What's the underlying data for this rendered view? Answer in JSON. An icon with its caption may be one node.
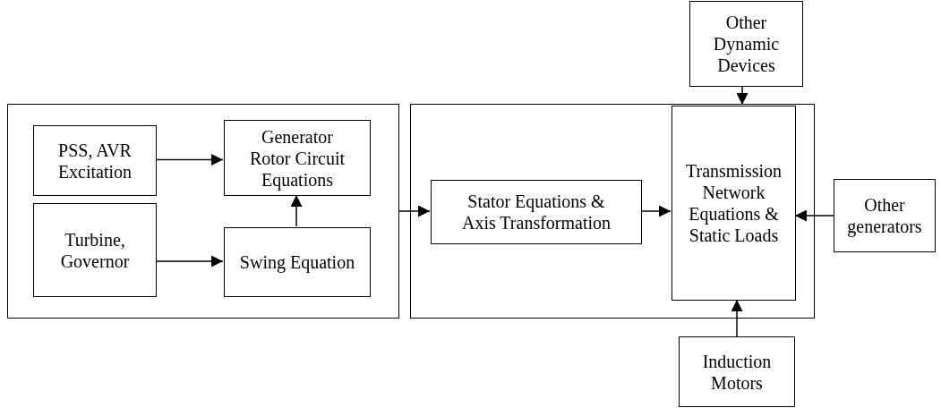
{
  "diagram": {
    "nodes": [
      {
        "text": [],
        "shape": "box"
      },
      {
        "text": [
          "PSS, AVR Excitation"
        ],
        "in": 0
      },
      {
        "text": [
          "Generator Rotor Circuit Equations"
        ],
        "in": 0
      },
      {
        "text": [
          "Turbine, Governor"
        ],
        "in": 0
      },
      {
        "text": [
          "Swing Equation"
        ],
        "in": 0
      },
      {
        "text": [
          "Other Dynamic Devices"
        ]
      },
      {
        "text": [],
        "shape": "box"
      },
      {
        "text": [
          "Stator Equations & Axis Transformation"
        ],
        "in": 6
      },
      {
        "text": [
          "Transmission Network Equations & Static Loads"
        ],
        "in": 6
      },
      {
        "text": [
          "Other generators"
        ]
      },
      {
        "text": [
          "Induction Motors"
        ]
      }
    ],
    "edges": [
      {
        "from": 1,
        "to": 2,
        "arrow": "to"
      },
      {
        "from": 3,
        "to": 4,
        "arrow": "to"
      },
      {
        "from": 4,
        "to": 2,
        "arrow": "to"
      },
      {
        "from": 0,
        "to": 7,
        "arrow": "to"
      },
      {
        "from": 7,
        "to": 8,
        "arrow": "to"
      },
      {
        "from": 5,
        "to": 8,
        "arrow": "to"
      },
      {
        "from": 9,
        "to": 8,
        "arrow": "to"
      },
      {
        "from": 10,
        "to": 8,
        "arrow": "to"
      }
    ]
  }
}
